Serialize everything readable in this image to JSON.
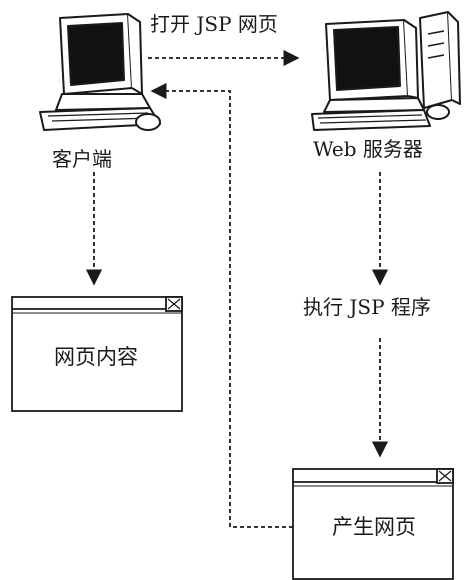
{
  "nodes": {
    "client": {
      "label": "客户端"
    },
    "server": {
      "label": "Web 服务器"
    },
    "execute": {
      "label": "执行 JSP 程序"
    },
    "webpage_content": {
      "label": "网页内容"
    },
    "generate_page": {
      "label": "产生网页"
    }
  },
  "edges": {
    "open_request": {
      "label": "打开 JSP 网页"
    }
  },
  "colors": {
    "ink": "#1a1a1a",
    "screen": "#111111",
    "paper": "#ffffff"
  }
}
